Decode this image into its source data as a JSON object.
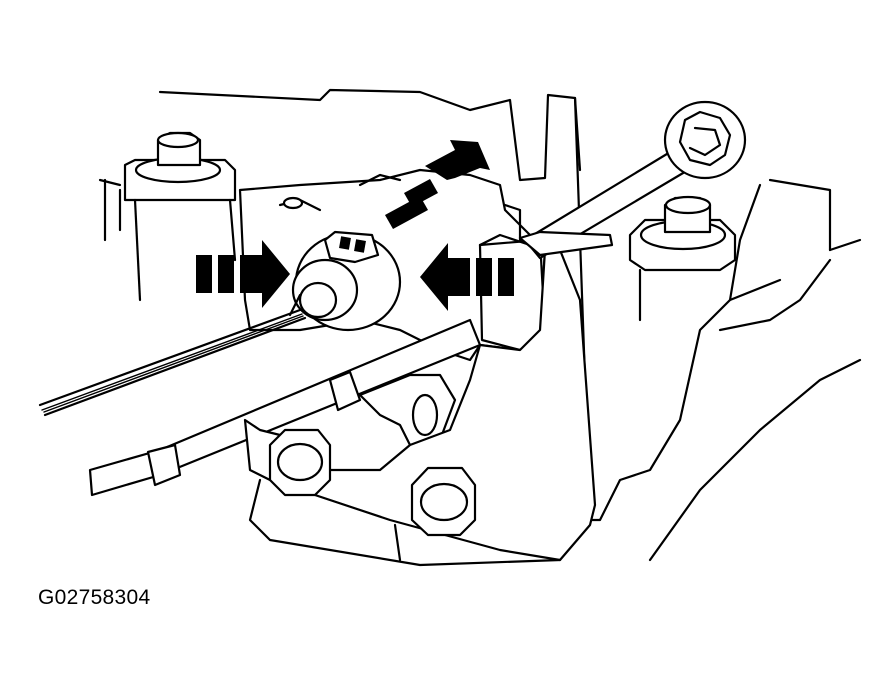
{
  "figure": {
    "code": "G02758304"
  },
  "icons": {
    "arrow_left_side": "right-pointing-double-bar-arrow",
    "arrow_right_side": "left-pointing-double-bar-arrow",
    "arrow_top": "up-right-pointing-double-bar-arrow",
    "tool": "torx-screwdriver"
  },
  "colors": {
    "ink": "#000000",
    "paper": "#ffffff"
  }
}
